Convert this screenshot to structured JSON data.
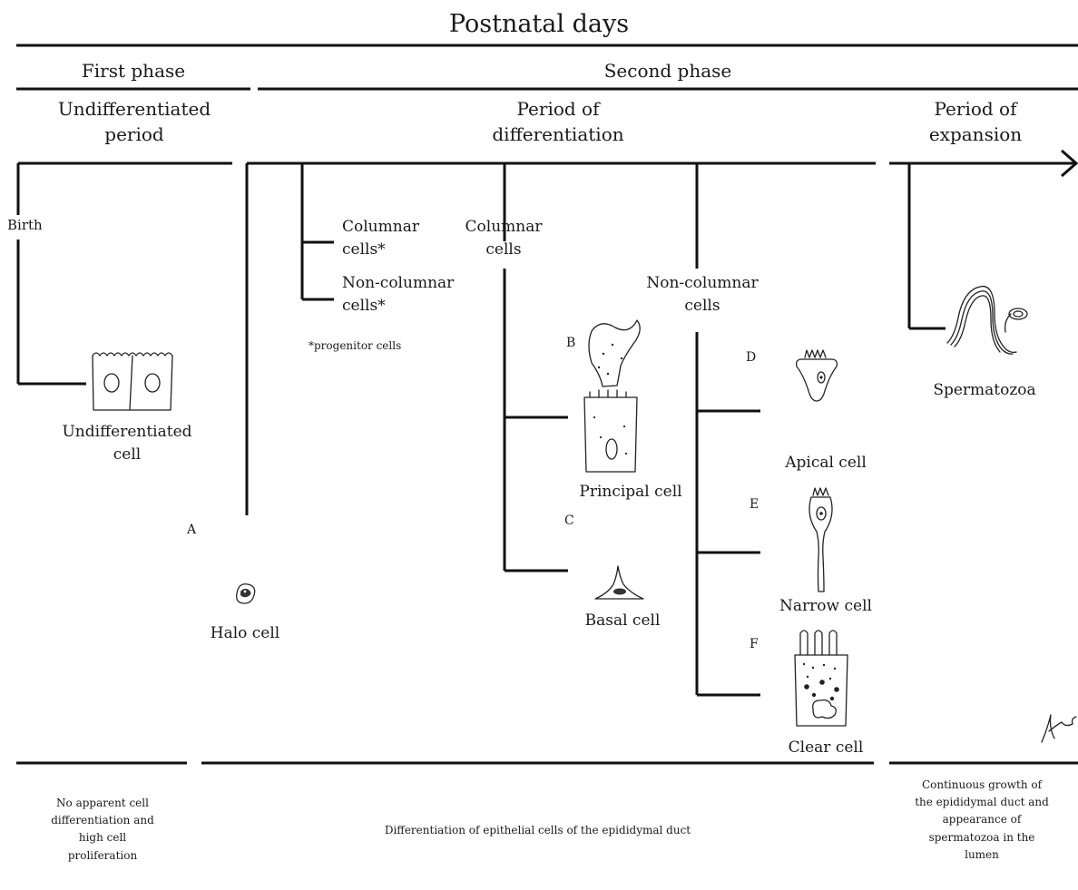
{
  "title": "Postnatal days",
  "phases": {
    "first": "First phase",
    "second": "Second phase"
  },
  "periods": {
    "undifferentiated": "Undifferentiated\nperiod",
    "differentiation": "Period of\ndifferentiation",
    "expansion": "Period of\nexpansion"
  },
  "birth": "Birth",
  "branches": {
    "columnar_star": "Columnar\ncells*",
    "noncolumnar_star": "Non-columnar\ncells*",
    "progenitor_note": "*progenitor cells",
    "columnar": "Columnar\ncells",
    "noncolumnar": "Non-columnar\ncells"
  },
  "cells": {
    "undifferentiated": "Undifferentiated\ncell",
    "halo": "Halo cell",
    "principal": "Principal cell",
    "basal": "Basal cell",
    "apical": "Apical cell",
    "narrow": "Narrow cell",
    "clear": "Clear cell",
    "spermatozoa": "Spermatozoa"
  },
  "letters": {
    "a": "A",
    "b": "B",
    "c": "C",
    "d": "D",
    "e": "E",
    "f": "F"
  },
  "descriptions": {
    "first": "No apparent cell\ndifferentiation and\nhigh cell\nproliferation",
    "second": "Differentiation of epithelial cells of the epididymal duct",
    "third": "Continuous growth of\nthe epididymal duct and\nappearance of\nspermatozoa in the\nlumen"
  }
}
